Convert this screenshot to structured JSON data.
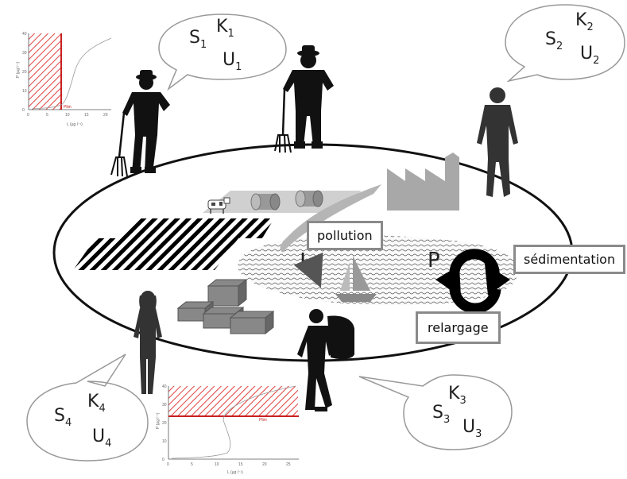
{
  "stakeholders": [
    {
      "s": "S",
      "k": "K",
      "u": "U",
      "index": "1"
    },
    {
      "s": "S",
      "k": "K",
      "u": "U",
      "index": "2"
    },
    {
      "s": "S",
      "k": "K",
      "u": "U",
      "index": "3"
    },
    {
      "s": "S",
      "k": "K",
      "u": "U",
      "index": "4"
    }
  ],
  "lake": {
    "pollution_label": "pollution",
    "L": "L",
    "P": "P",
    "sedimentation_label": "sédimentation",
    "relargage_label": "relargage"
  },
  "plot1": {
    "ylabel": "P (µg l⁻¹)",
    "xlabel": "L (µg l⁻¹)",
    "y_ticks": [
      "0",
      "10",
      "20",
      "30",
      "40"
    ],
    "x_ticks": [
      "0",
      "5",
      "10",
      "15",
      "20"
    ],
    "marker_label": "Plim"
  },
  "plot2": {
    "ylabel": "P (µg l⁻¹)",
    "xlabel": "L (µg l⁻¹)",
    "y_ticks": [
      "0",
      "10",
      "20",
      "30",
      "40"
    ],
    "x_ticks": [
      "0",
      "5",
      "10",
      "15",
      "20",
      "25"
    ],
    "threshold_label": "Plim"
  },
  "colors": {
    "hatch": "#e04040",
    "threshold": "#c82020",
    "silhouette": "#111111",
    "factory": "#a8a8a8"
  }
}
